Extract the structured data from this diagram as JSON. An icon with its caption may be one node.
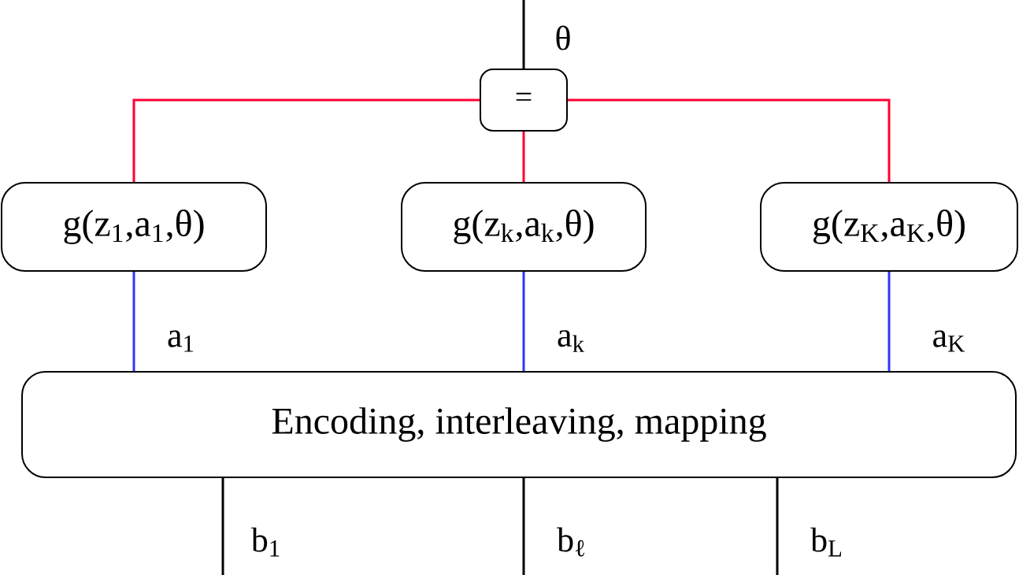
{
  "diagram": {
    "nodes": [
      {
        "text": [
          "="
        ]
      },
      {
        "text": [
          "g(z$_{1}$,a$_{1}$,θ)"
        ]
      },
      {
        "text": [
          "g(z$_{k}$,a$_{k}$,θ)"
        ]
      },
      {
        "text": [
          "g(z$_{K}$,a$_{K}$,θ)"
        ]
      },
      {
        "text": [
          "Encoding, interleaving, mapping"
        ]
      }
    ],
    "edges": [
      {
        "from": null,
        "to": 0,
        "arrow": "none",
        "label": "θ"
      },
      {
        "from": 0,
        "to": 1,
        "arrow": "none",
        "color": "#ff0033"
      },
      {
        "from": 0,
        "to": 2,
        "arrow": "none",
        "color": "#ff0033"
      },
      {
        "from": 0,
        "to": 3,
        "arrow": "none",
        "color": "#ff0033"
      },
      {
        "from": 1,
        "to": 4,
        "arrow": "none",
        "color": "#3333ff",
        "label": "a$_{1}$"
      },
      {
        "from": 2,
        "to": 4,
        "arrow": "none",
        "color": "#3333ff",
        "label": "a$_{k}$"
      },
      {
        "from": 3,
        "to": 4,
        "arrow": "none",
        "color": "#3333ff",
        "label": "a$_{K}$"
      },
      {
        "from": 4,
        "to": null,
        "arrow": "none",
        "label": "b$_{1}$"
      },
      {
        "from": 4,
        "to": null,
        "arrow": "none",
        "label": "b$_{ℓ}$"
      },
      {
        "from": 4,
        "to": null,
        "arrow": "none",
        "label": "b$_{L}$"
      }
    ]
  }
}
